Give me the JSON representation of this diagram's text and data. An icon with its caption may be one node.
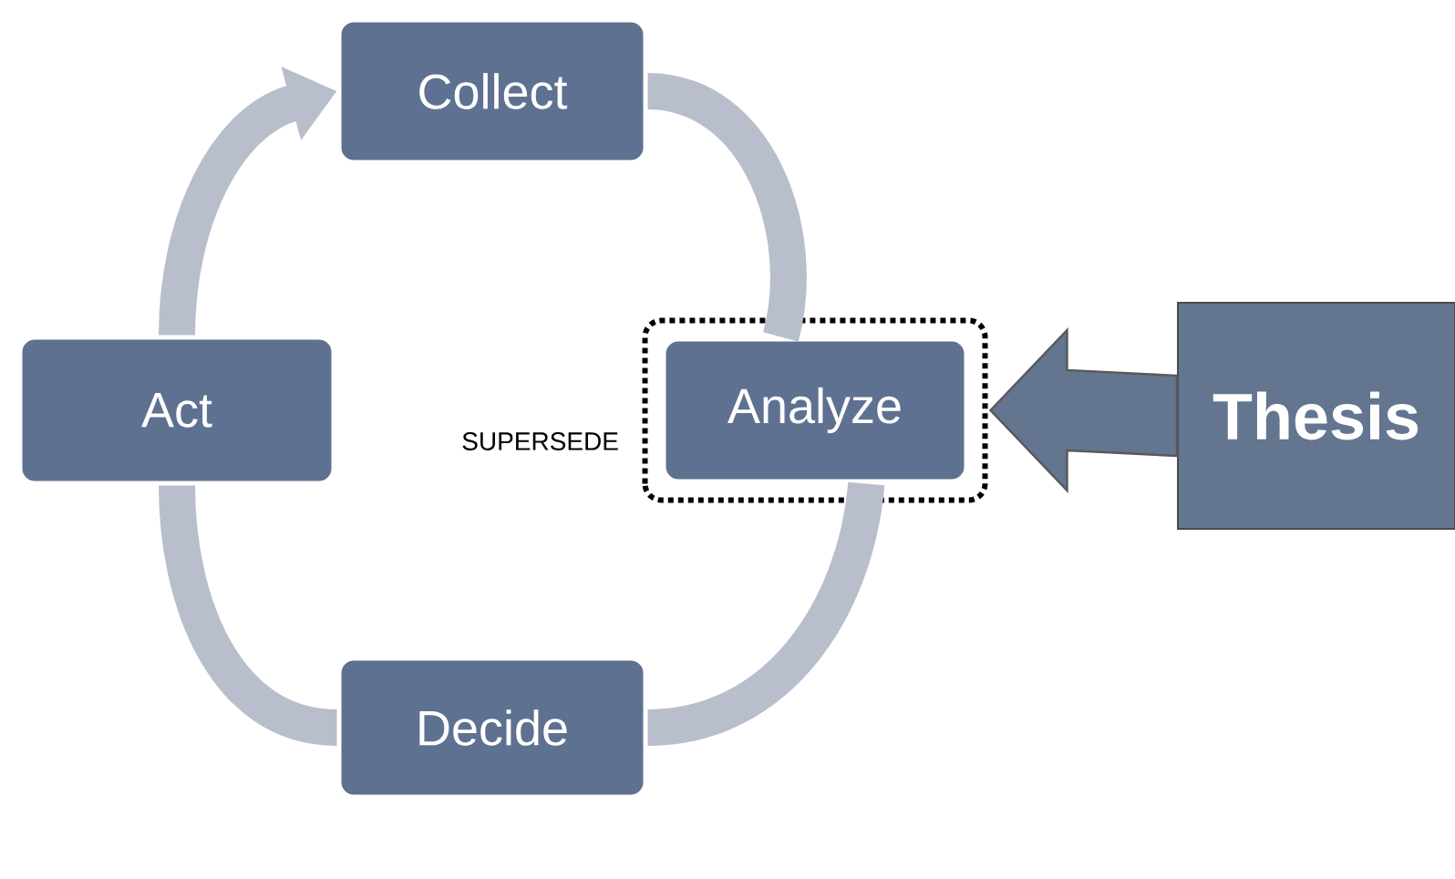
{
  "diagram": {
    "nodes": [
      {
        "text": [
          "Collect"
        ]
      },
      {
        "text": [
          "Analyze"
        ]
      },
      {
        "text": [
          "Decide"
        ]
      },
      {
        "text": [
          "Act"
        ]
      },
      {
        "text": [
          "Thesis"
        ]
      }
    ],
    "edges": [
      {
        "from": 0,
        "to": 1,
        "arrow": "none"
      },
      {
        "from": 1,
        "to": 2,
        "arrow": "none"
      },
      {
        "from": 2,
        "to": 3,
        "arrow": "none"
      },
      {
        "from": 3,
        "to": 0,
        "arrow": "to"
      },
      {
        "from": 4,
        "to": 1,
        "arrow": "to",
        "style": "thick"
      }
    ],
    "labels": [
      "SUPERSEDE"
    ]
  }
}
